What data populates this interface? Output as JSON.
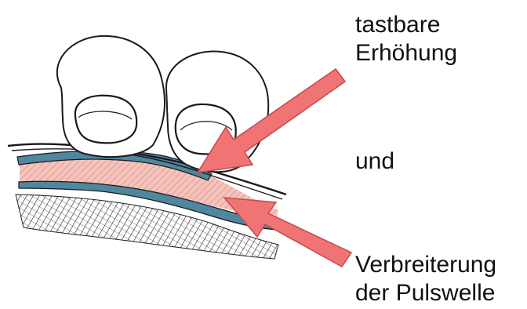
{
  "labels": {
    "top": [
      "tastbare",
      "Erhöhung"
    ],
    "middle": "und",
    "bottom": [
      "Verbreiterung",
      "der Pulswelle"
    ]
  },
  "colors": {
    "arrow_fill": "#f07474",
    "arrow_stroke": "#c74848",
    "vessel_fill": "#f3c4bc",
    "vessel_hatch": "#e58e8a",
    "tissue_blue": "#4f86a0",
    "ink": "#1a1a1a"
  },
  "icons": {
    "fingertips": "two-fingertips-icon",
    "arrows": "pointer-arrow-icon"
  }
}
